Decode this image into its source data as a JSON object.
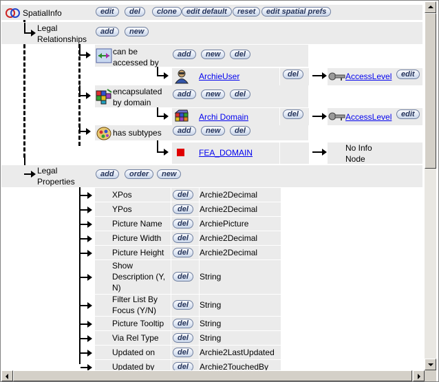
{
  "root": {
    "title": "SpatialInfo",
    "buttons": [
      "edit",
      "del",
      "clone",
      "edit default",
      "reset",
      "edit spatial prefs"
    ]
  },
  "relationships": {
    "label_line1": "Legal",
    "label_line2": "Relationships",
    "buttons": [
      "add",
      "new"
    ],
    "items": [
      {
        "label_line1": "can be",
        "label_line2": "accessed by",
        "buttons": [
          "add",
          "new",
          "del"
        ],
        "target": {
          "name": "ArchieUser",
          "del": "del",
          "access_link": "AccessLevel",
          "access_edit": "edit"
        }
      },
      {
        "label_line1": "encapsulated",
        "label_line2": "by domain",
        "buttons": [
          "add",
          "new",
          "del"
        ],
        "target": {
          "name": "Archi Domain",
          "del": "del",
          "access_link": "AccessLevel",
          "access_edit": "edit"
        }
      },
      {
        "label_line1": "has subtypes",
        "buttons": [
          "add",
          "new",
          "del"
        ],
        "target": {
          "name": "FEA_DOMAIN",
          "info_line1": "No Info",
          "info_line2": "Node"
        }
      }
    ]
  },
  "properties": {
    "label_line1": "Legal",
    "label_line2": "Properties",
    "buttons": [
      "add",
      "order",
      "new"
    ],
    "del_label": "del",
    "rows": [
      {
        "name": "XPos",
        "type": "Archie2Decimal"
      },
      {
        "name": "YPos",
        "type": "Archie2Decimal"
      },
      {
        "name": "Picture Name",
        "type": "ArchiePicture"
      },
      {
        "name": "Picture Width",
        "type": "Archie2Decimal"
      },
      {
        "name": "Picture Height",
        "type": "Archie2Decimal"
      },
      {
        "name_lines": [
          "Show",
          "Description (Y,",
          "N)"
        ],
        "type": "String"
      },
      {
        "name_lines": [
          "Filter List By",
          "Focus (Y/N)"
        ],
        "type": "String"
      },
      {
        "name": "Picture Tooltip",
        "type": "String"
      },
      {
        "name": "Via Rel Type",
        "type": "String"
      },
      {
        "name": "Updated on",
        "type": "Archie2LastUpdated"
      },
      {
        "name": "Updated by",
        "type": "Archie2TouchedBy"
      }
    ]
  },
  "scroll": {
    "vertical_position": 0.0,
    "vertical_visible_fraction": 0.45
  }
}
